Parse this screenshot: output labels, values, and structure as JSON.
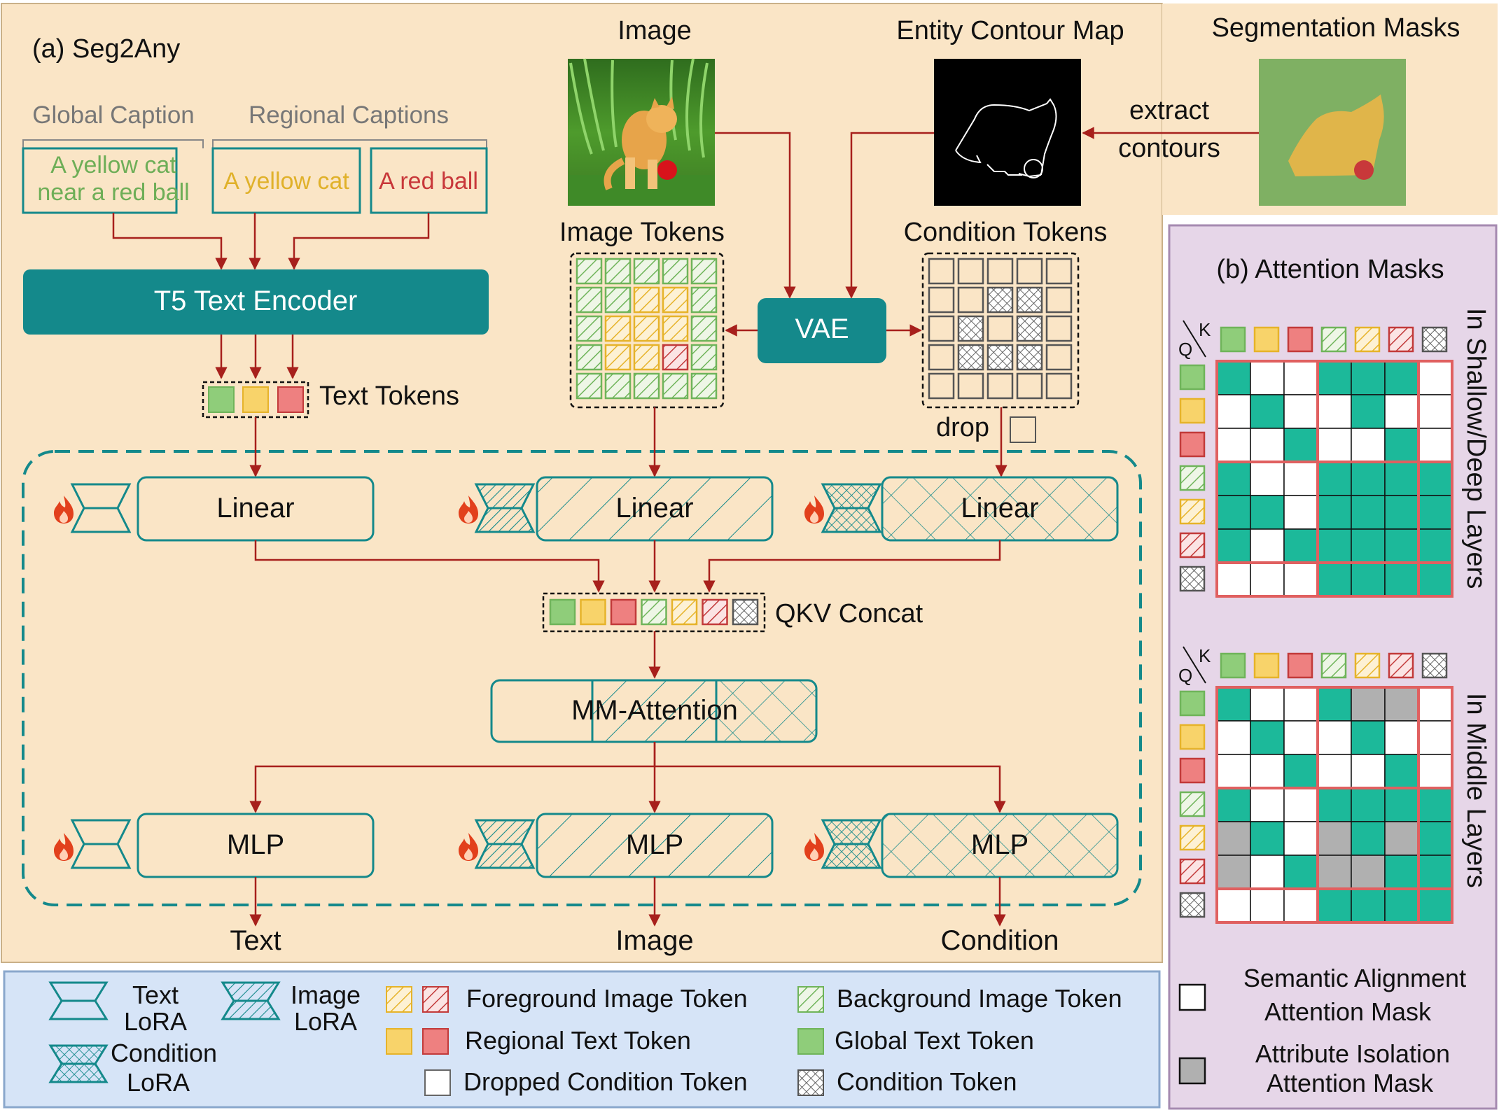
{
  "panel_a": {
    "title": "(a) Seg2Any",
    "global_caption_label": "Global Caption",
    "regional_captions_label": "Regional Captions",
    "caption_global_line1": "A yellow cat",
    "caption_global_line2": "near a red ball",
    "caption_regional_1": "A yellow cat",
    "caption_regional_2": "A red ball",
    "t5_encoder": "T5 Text Encoder",
    "text_tokens": "Text Tokens",
    "image_label": "Image",
    "entity_contour_label": "Entity Contour Map",
    "segmentation_label": "Segmentation Masks",
    "extract_line1": "extract",
    "extract_line2": "contours",
    "image_tokens": "Image Tokens",
    "condition_tokens": "Condition Tokens",
    "vae": "VAE",
    "drop": "drop",
    "linear": "Linear",
    "qkv_concat": "QKV Concat",
    "mm_attention": "MM-Attention",
    "mlp": "MLP",
    "out_text": "Text",
    "out_image": "Image",
    "out_condition": "Condition"
  },
  "panel_b": {
    "title": "(b) Attention Masks",
    "q_label": "Q",
    "k_label": "K",
    "shallow_deep": "In Shallow/Deep Layers",
    "middle": "In Middle Layers",
    "semantic_line1": "Semantic Alignment",
    "semantic_line2": "Attention Mask",
    "attribute_line1": "Attribute Isolation",
    "attribute_line2": "Attention Mask",
    "matrix_shallow": [
      [
        1,
        0,
        0,
        1,
        1,
        1,
        0
      ],
      [
        0,
        1,
        0,
        0,
        1,
        0,
        0
      ],
      [
        0,
        0,
        1,
        0,
        0,
        1,
        0
      ],
      [
        1,
        0,
        0,
        1,
        1,
        1,
        1
      ],
      [
        1,
        1,
        0,
        1,
        1,
        1,
        1
      ],
      [
        1,
        0,
        1,
        1,
        1,
        1,
        1
      ],
      [
        0,
        0,
        0,
        1,
        1,
        1,
        1
      ]
    ],
    "matrix_middle": [
      [
        1,
        0,
        0,
        1,
        2,
        2,
        0
      ],
      [
        0,
        1,
        0,
        0,
        1,
        0,
        0
      ],
      [
        0,
        0,
        1,
        0,
        0,
        1,
        0
      ],
      [
        1,
        0,
        0,
        1,
        1,
        1,
        1
      ],
      [
        2,
        1,
        0,
        2,
        1,
        2,
        1
      ],
      [
        2,
        0,
        1,
        2,
        2,
        1,
        1
      ],
      [
        0,
        0,
        0,
        1,
        1,
        1,
        1
      ]
    ]
  },
  "legend": {
    "text_lora_1": "Text",
    "text_lora_2": "LoRA",
    "image_lora_1": "Image",
    "image_lora_2": "LoRA",
    "cond_lora_1": "Condition",
    "cond_lora_2": "LoRA",
    "fg_image_token": "Foreground Image Token",
    "regional_text_token": "Regional Text Token",
    "dropped_condition_token": "Dropped Condition Token",
    "bg_image_token": "Background Image Token",
    "global_text_token": "Global Text Token",
    "condition_token": "Condition Token"
  },
  "colors": {
    "teal": "#14898b",
    "arrow": "#a7201c",
    "panel_a_bg": "#fae5c6",
    "panel_b_bg": "#e6d6e8",
    "legend_bg": "#d6e4f7",
    "green": "#7fc46a",
    "yellow": "#f3c335",
    "red": "#e05555",
    "matrix_fill": "#1cb99a",
    "matrix_gray": "#b0b0b0"
  }
}
